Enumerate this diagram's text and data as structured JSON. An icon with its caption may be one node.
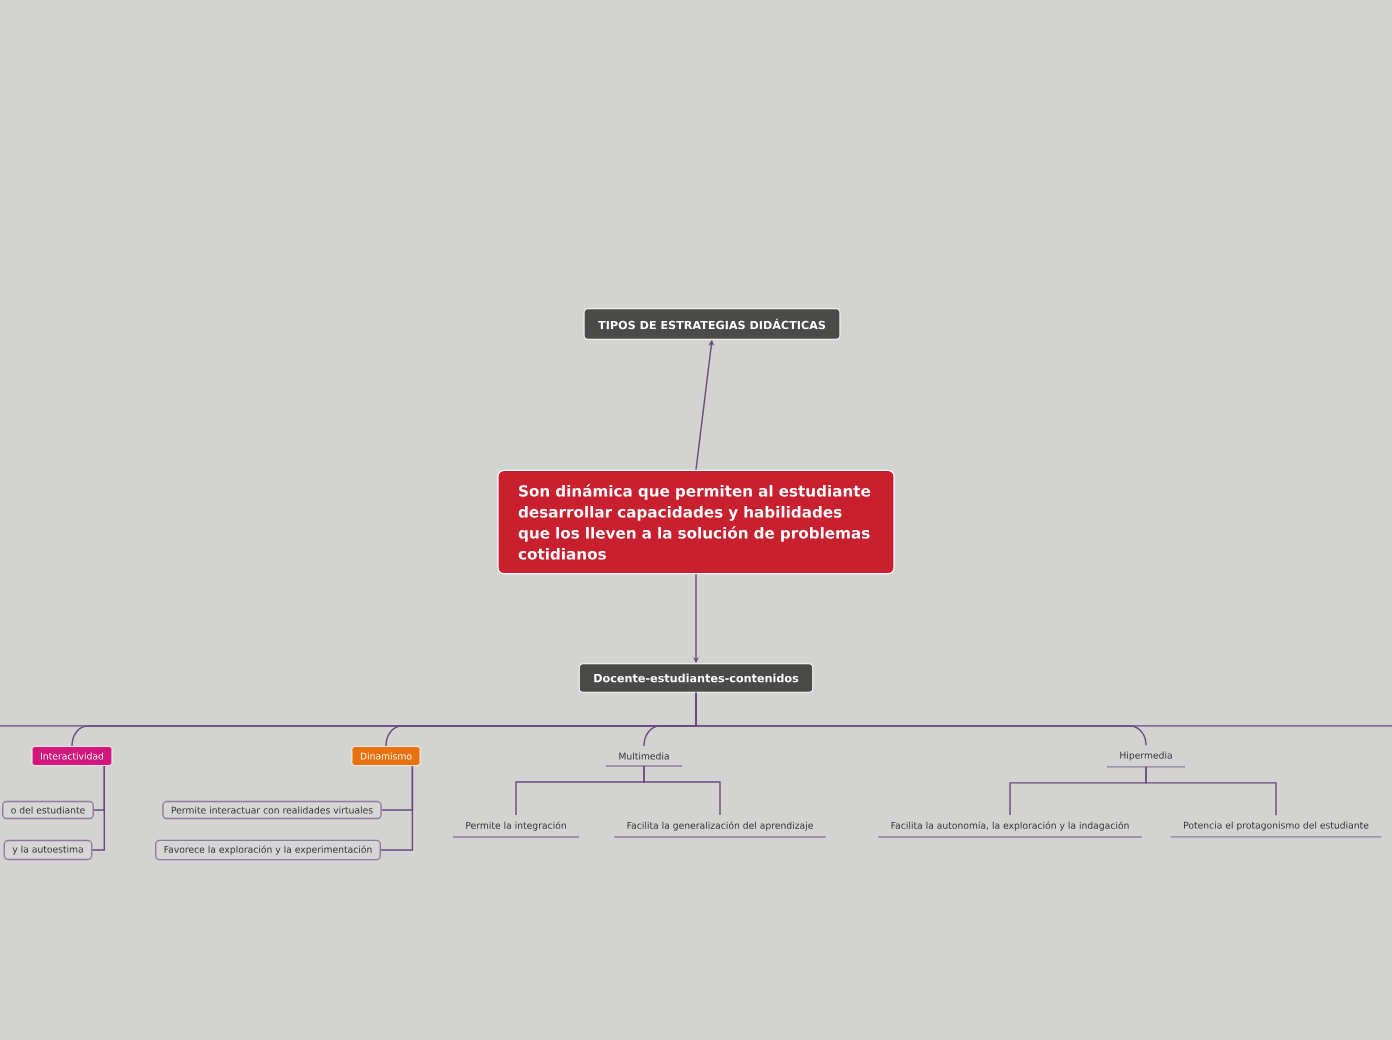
{
  "diagram": {
    "nodes": [
      {
        "text": [
          "TIPOS DE ESTRATEGIAS DIDÁCTICAS"
        ]
      },
      {
        "text": [
          "Son dinámica que permiten al estudiante desarrollar capacidades y habilidades que los lleven a la solución de problemas cotidianos"
        ]
      },
      {
        "text": [
          "Docente-estudiantes-contenidos"
        ]
      },
      {
        "text": [
          "Interactividad"
        ]
      },
      {
        "text": [
          "Dinamismo"
        ]
      },
      {
        "text": [
          "Multimedia"
        ]
      },
      {
        "text": [
          "Hipermedia"
        ]
      },
      {
        "text": [
          "o del estudiante"
        ]
      },
      {
        "text": [
          "y la autoestima"
        ]
      },
      {
        "text": [
          "Permite interactuar con realidades virtuales"
        ]
      },
      {
        "text": [
          "Favorece la exploración y la experimentación"
        ]
      },
      {
        "text": [
          "Permite la integración"
        ]
      },
      {
        "text": [
          "Facilita la generalización del aprendizaje"
        ]
      },
      {
        "text": [
          "Facilita la autonomía, la exploración y la indagación"
        ]
      },
      {
        "text": [
          "Potencia el protagonismo del estudiante"
        ]
      }
    ],
    "edges": [
      {
        "from": 1,
        "to": 0,
        "arrow": "to"
      },
      {
        "from": 1,
        "to": 2,
        "arrow": "to"
      },
      {
        "from": 2,
        "to": 3,
        "arrow": "none"
      },
      {
        "from": 2,
        "to": 4,
        "arrow": "none"
      },
      {
        "from": 2,
        "to": 5,
        "arrow": "none"
      },
      {
        "from": 2,
        "to": 6,
        "arrow": "none"
      },
      {
        "from": 3,
        "to": 7,
        "arrow": "none"
      },
      {
        "from": 3,
        "to": 8,
        "arrow": "none"
      },
      {
        "from": 4,
        "to": 9,
        "arrow": "none"
      },
      {
        "from": 4,
        "to": 10,
        "arrow": "none"
      },
      {
        "from": 5,
        "to": 11,
        "arrow": "none"
      },
      {
        "from": 5,
        "to": 12,
        "arrow": "none"
      },
      {
        "from": 6,
        "to": 13,
        "arrow": "none"
      },
      {
        "from": 6,
        "to": 14,
        "arrow": "none"
      }
    ]
  }
}
